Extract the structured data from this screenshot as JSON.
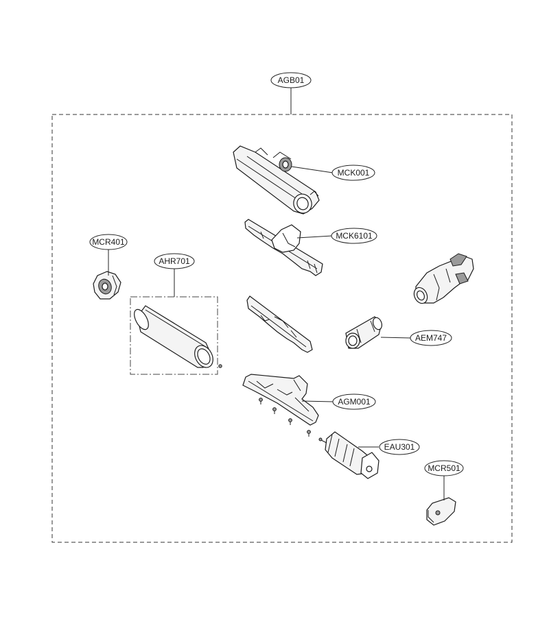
{
  "diagram": {
    "assembly_label": "AGB01",
    "callouts": {
      "mck001": "MCK001",
      "mck6101": "MCK6101",
      "mcr401": "MCR401",
      "ahr701": "AHR701",
      "aem747": "AEM747",
      "agm001": "AGM001",
      "eau301": "EAU301",
      "mcr501": "MCR501"
    }
  }
}
